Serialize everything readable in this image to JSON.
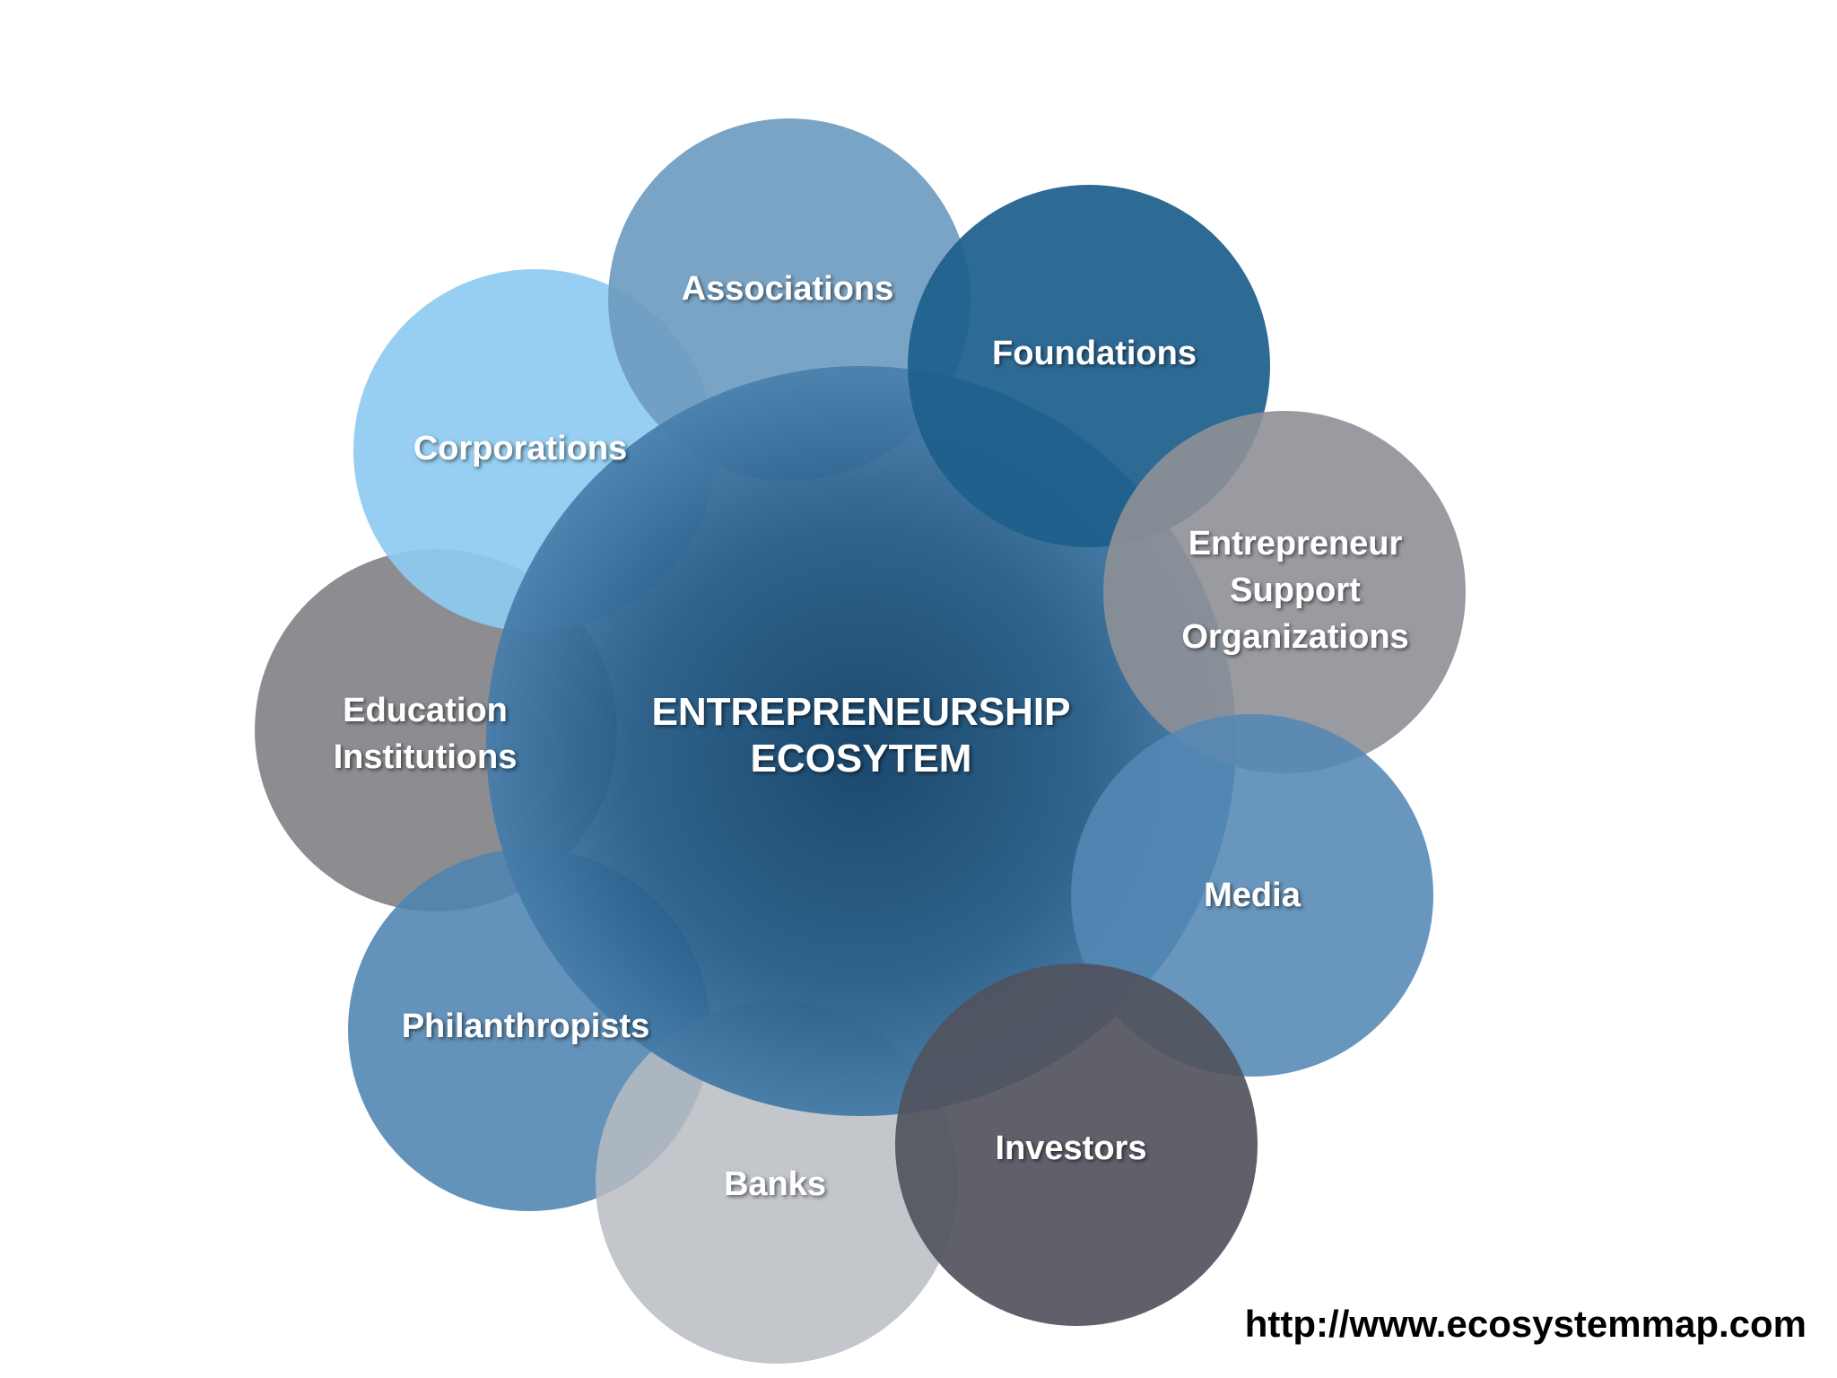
{
  "diagram": {
    "center": {
      "lines": [
        "ENTREPRENEURSHIP",
        "ECOSYTEM"
      ],
      "color": "#2a5f8a"
    },
    "nodes": [
      {
        "id": "associations",
        "lines": [
          "Associations"
        ],
        "color": "#6f9cc0"
      },
      {
        "id": "foundations",
        "lines": [
          "Foundations"
        ],
        "color": "#1d5f8c"
      },
      {
        "id": "entrepreneur-support-organizations",
        "lines": [
          "Entrepreneur",
          "Support",
          "Organizations"
        ],
        "color": "#8e9096"
      },
      {
        "id": "media",
        "lines": [
          "Media"
        ],
        "color": "#5487b4"
      },
      {
        "id": "investors",
        "lines": [
          "Investors"
        ],
        "color": "#51535d"
      },
      {
        "id": "banks",
        "lines": [
          "Banks"
        ],
        "color": "#b9bcc2"
      },
      {
        "id": "philanthropists",
        "lines": [
          "Philanthropists"
        ],
        "color": "#4d83b0"
      },
      {
        "id": "education-institutions",
        "lines": [
          "Education",
          "Institutions"
        ],
        "color": "#7f8085"
      },
      {
        "id": "corporations",
        "lines": [
          "Corporations"
        ],
        "color": "#8dcbf0"
      }
    ]
  },
  "footer": {
    "source_url": "http://www.ecosystemmap.com"
  }
}
